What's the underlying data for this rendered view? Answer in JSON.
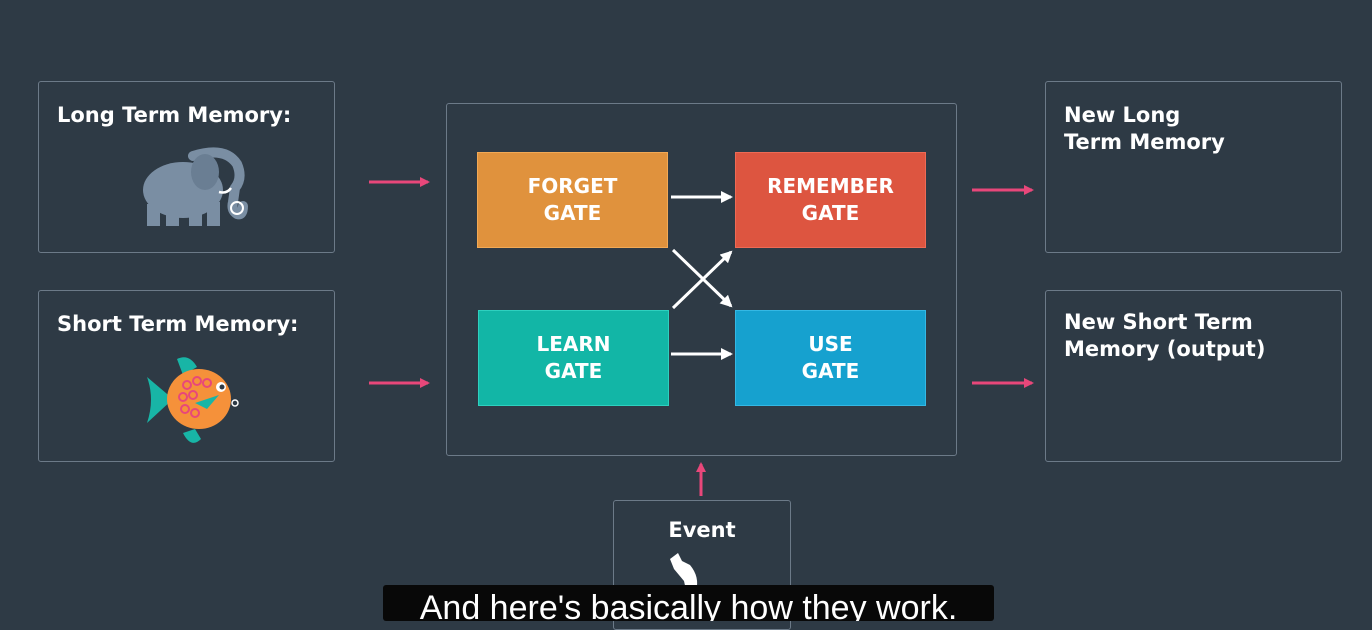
{
  "inputs": {
    "long_term_memory": {
      "label": "Long Term Memory:",
      "icon": "elephant-icon"
    },
    "short_term_memory": {
      "label": "Short Term Memory:",
      "icon": "fish-icon"
    }
  },
  "gates": {
    "forget": {
      "label": "FORGET\nGATE",
      "color": "#e0923d"
    },
    "remember": {
      "label": "REMEMBER\nGATE",
      "color": "#dd5540"
    },
    "learn": {
      "label": "LEARN\nGATE",
      "color": "#12b6a6"
    },
    "use": {
      "label": "USE\nGATE",
      "color": "#16a1cf"
    }
  },
  "outputs": {
    "new_long_term_memory": {
      "label": "New Long\nTerm Memory"
    },
    "new_short_term_memory": {
      "label": "New Short Term\nMemory (output)"
    }
  },
  "event": {
    "label": "Event",
    "icon": "wolf-icon"
  },
  "colors": {
    "background": "#2e3a45",
    "border": "#6c7a88",
    "input_arrow": "#e8477a",
    "gate_arrow": "#ffffff"
  },
  "caption": {
    "text": "And here's basically how they work."
  }
}
